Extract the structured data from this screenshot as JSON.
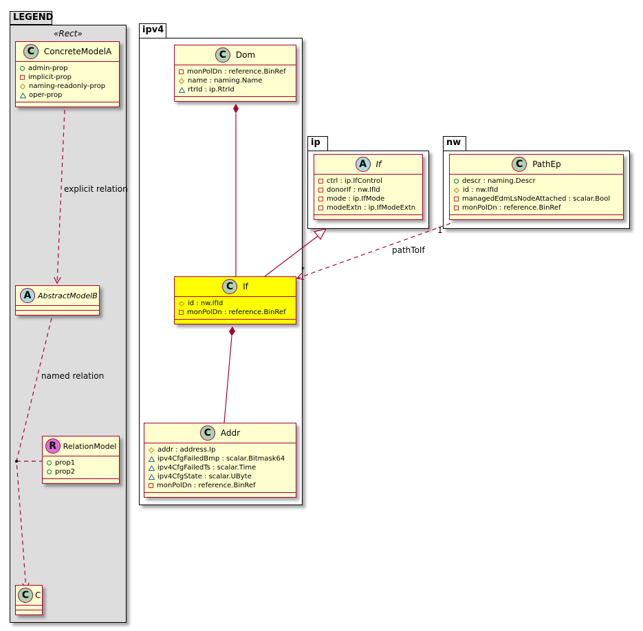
{
  "packages": {
    "legend": {
      "name": "LEGEND",
      "stereotype": "«Rect»"
    },
    "ipv4": {
      "name": "ipv4"
    },
    "ip": {
      "name": "ip"
    },
    "nw": {
      "name": "nw"
    }
  },
  "classes": {
    "concrete_model_a": {
      "kind": "C",
      "name": "ConcreteModelA",
      "attributes": [
        {
          "visibility": "public",
          "text": "admin-prop"
        },
        {
          "visibility": "private",
          "text": "implicit-prop"
        },
        {
          "visibility": "protected",
          "text": "naming-readonly-prop"
        },
        {
          "visibility": "package",
          "text": "oper-prop"
        }
      ]
    },
    "abstract_model_b": {
      "kind": "A",
      "name": "AbstractModelB",
      "attributes": []
    },
    "relation_model": {
      "kind": "R",
      "name": "RelationModel",
      "attributes": [
        {
          "visibility": "public",
          "text": "prop1"
        },
        {
          "visibility": "public",
          "text": "prop2"
        }
      ]
    },
    "c": {
      "kind": "C",
      "name": "C",
      "attributes": []
    },
    "dom": {
      "kind": "C",
      "name": "Dom",
      "attributes": [
        {
          "visibility": "private",
          "text": "monPolDn : reference.BinRef"
        },
        {
          "visibility": "protected",
          "text": "name : naming.Name"
        },
        {
          "visibility": "package",
          "text": "rtrId : ip.RtrId"
        }
      ]
    },
    "ipv4_if": {
      "kind": "C",
      "name": "If",
      "highlight": "#FFFF00",
      "attributes": [
        {
          "visibility": "protected",
          "text": "id : nw.IfId"
        },
        {
          "visibility": "private",
          "text": "monPolDn : reference.BinRef"
        }
      ]
    },
    "addr": {
      "kind": "C",
      "name": "Addr",
      "attributes": [
        {
          "visibility": "protected",
          "text": "addr : address.Ip"
        },
        {
          "visibility": "package",
          "text": "ipv4CfgFailedBmp : scalar.Bitmask64"
        },
        {
          "visibility": "package",
          "text": "ipv4CfgFailedTs : scalar.Time"
        },
        {
          "visibility": "package",
          "text": "ipv4CfgState : scalar.UByte"
        },
        {
          "visibility": "private",
          "text": "monPolDn : reference.BinRef"
        }
      ]
    },
    "ip_if": {
      "kind": "A",
      "name": "If",
      "attributes": [
        {
          "visibility": "private",
          "text": "ctrl : ip.IfControl"
        },
        {
          "visibility": "private",
          "text": "donorIf : nw.IfId"
        },
        {
          "visibility": "private",
          "text": "mode : ip.IfMode"
        },
        {
          "visibility": "private",
          "text": "modeExtn : ip.IfModeExtn"
        }
      ]
    },
    "path_ep": {
      "kind": "C",
      "name": "PathEp",
      "attributes": [
        {
          "visibility": "public",
          "text": "descr : naming.Descr"
        },
        {
          "visibility": "protected",
          "text": "id : nw.IfId"
        },
        {
          "visibility": "private",
          "text": "managedEdmLsNodeAttached : scalar.Bool"
        },
        {
          "visibility": "private",
          "text": "monPolDn : reference.BinRef"
        }
      ]
    }
  },
  "relations": {
    "explicit": "explicit relation",
    "named": "named relation",
    "path_to_if": "pathToIf",
    "path_to_if_source_mult": "1",
    "path_to_if_target_mult": "*"
  },
  "colors": {
    "border": "#A80036",
    "class_bg": "#FEFECE",
    "legend_bg": "#DDDDDD",
    "highlight": "#FFFF00"
  }
}
